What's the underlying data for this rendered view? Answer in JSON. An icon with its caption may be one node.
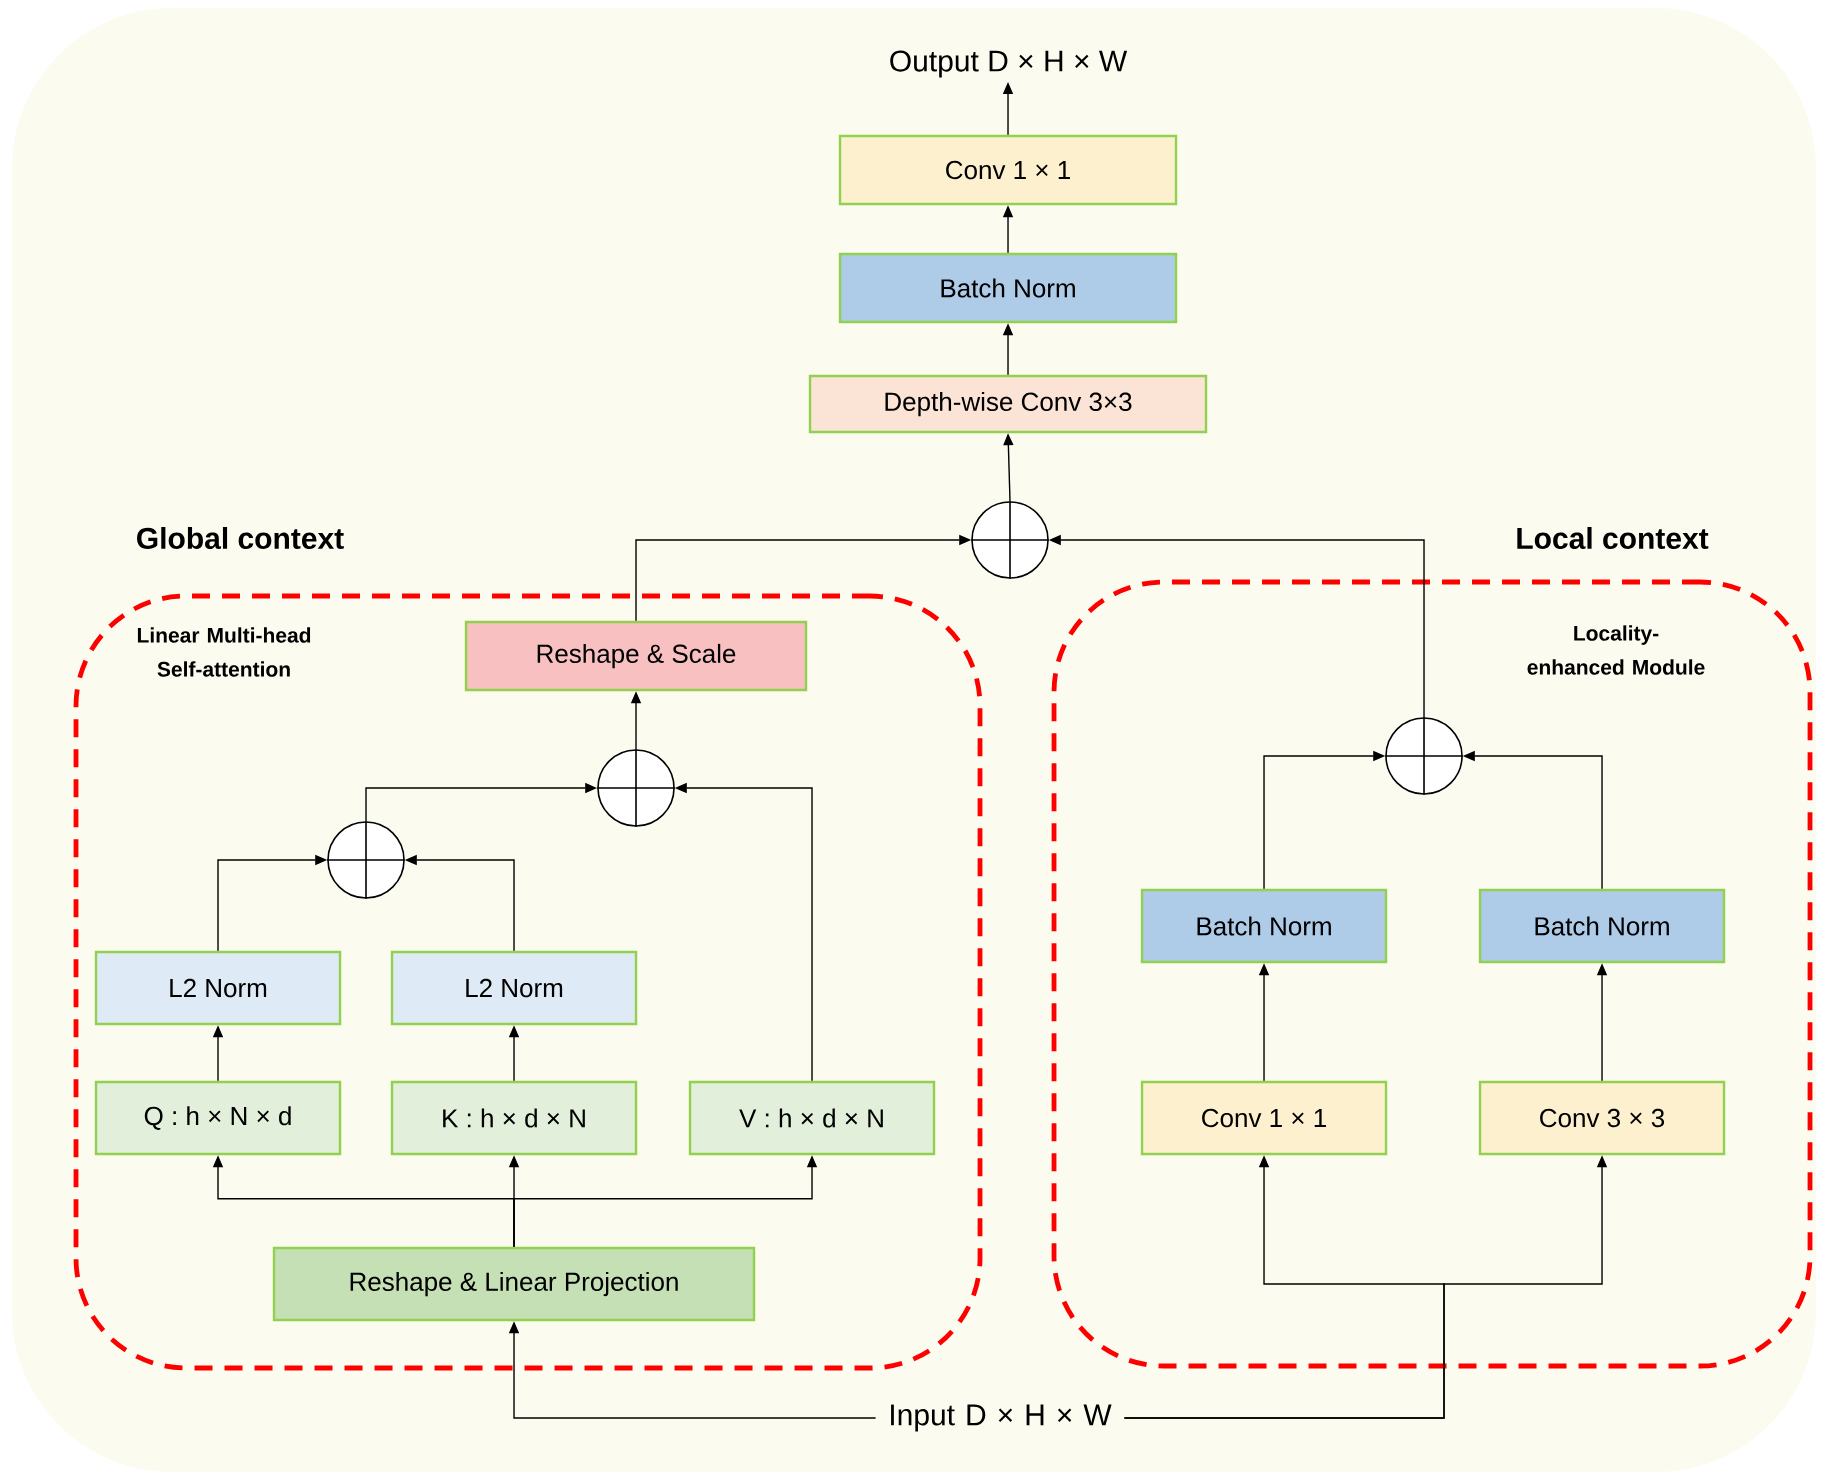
{
  "diagram": {
    "nodes": [
      {
        "text": [
          "Output D × H × W"
        ]
      },
      {
        "text": [
          "Conv 1 × 1"
        ]
      },
      {
        "text": [
          "Batch Norm"
        ]
      },
      {
        "text": [
          "Depth-wise Conv 3×3"
        ]
      },
      {
        "text": [],
        "shape": "circle"
      },
      {
        "text": [
          "Global context",
          "Linear Multi-head Self-attention"
        ]
      },
      {
        "text": [
          "Reshape & Scale"
        ],
        "in": 5
      },
      {
        "text": [],
        "shape": "circle",
        "in": 5
      },
      {
        "text": [],
        "shape": "circle",
        "in": 5
      },
      {
        "text": [
          "L2 Norm"
        ],
        "in": 5
      },
      {
        "text": [
          "L2 Norm"
        ],
        "in": 5
      },
      {
        "text": [
          "Q : h × N × d"
        ],
        "in": 5
      },
      {
        "text": [
          "K : h × d × N"
        ],
        "in": 5
      },
      {
        "text": [
          "V : h × d × N"
        ],
        "in": 5
      },
      {
        "text": [
          "Reshape & Linear Projection"
        ],
        "in": 5
      },
      {
        "text": [
          "Local context",
          "Locality-enhanced Module"
        ]
      },
      {
        "text": [],
        "shape": "circle",
        "in": 15
      },
      {
        "text": [
          "Batch Norm"
        ],
        "in": 15
      },
      {
        "text": [
          "Batch Norm"
        ],
        "in": 15
      },
      {
        "text": [
          "Conv 1 × 1"
        ],
        "in": 15
      },
      {
        "text": [
          "Conv 3 × 3"
        ],
        "in": 15
      },
      {
        "text": [
          "Input D × H × W"
        ]
      }
    ],
    "edges": [
      {
        "from": 1,
        "to": 0,
        "arrow": "to"
      },
      {
        "from": 2,
        "to": 1,
        "arrow": "to"
      },
      {
        "from": 3,
        "to": 2,
        "arrow": "to"
      },
      {
        "from": 4,
        "to": 3,
        "arrow": "to"
      },
      {
        "from": 6,
        "to": 4,
        "arrow": "to"
      },
      {
        "from": 16,
        "to": 4,
        "arrow": "to"
      },
      {
        "from": 7,
        "to": 6,
        "arrow": "to"
      },
      {
        "from": 8,
        "to": 7,
        "arrow": "to"
      },
      {
        "from": 13,
        "to": 7,
        "arrow": "to"
      },
      {
        "from": 9,
        "to": 8,
        "arrow": "to"
      },
      {
        "from": 10,
        "to": 8,
        "arrow": "to"
      },
      {
        "from": 11,
        "to": 9,
        "arrow": "to"
      },
      {
        "from": 12,
        "to": 10,
        "arrow": "to"
      },
      {
        "from": 14,
        "to": 11,
        "arrow": "to"
      },
      {
        "from": 14,
        "to": 12,
        "arrow": "to"
      },
      {
        "from": 14,
        "to": 13,
        "arrow": "to"
      },
      {
        "from": 21,
        "to": 14,
        "arrow": "to"
      },
      {
        "from": 21,
        "to": 19,
        "arrow": "to"
      },
      {
        "from": 21,
        "to": 20,
        "arrow": "to"
      },
      {
        "from": 17,
        "to": 16,
        "arrow": "to"
      },
      {
        "from": 18,
        "to": 16,
        "arrow": "to"
      },
      {
        "from": 19,
        "to": 17,
        "arrow": "to"
      },
      {
        "from": 20,
        "to": 18,
        "arrow": "to"
      }
    ]
  }
}
